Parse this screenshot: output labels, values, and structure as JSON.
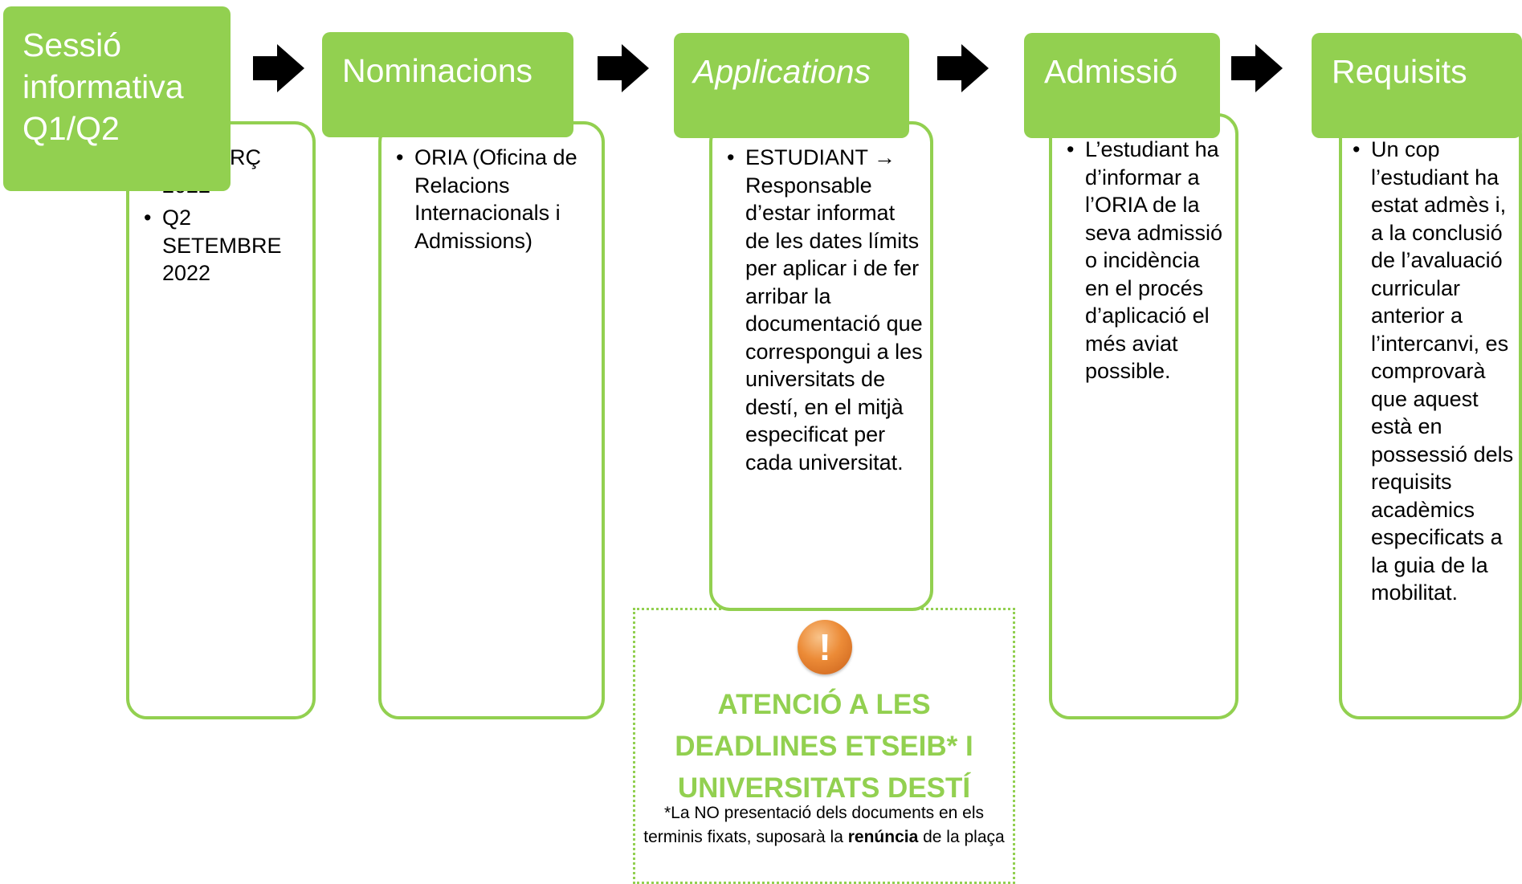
{
  "colors": {
    "accent": "#92d050",
    "icon": "#ec8b37",
    "text": "#000000",
    "header_text": "#ffffff"
  },
  "steps": [
    {
      "title": "Sessió informativa Q1/Q2",
      "bullets": [
        "Q1 MARÇ 2022",
        "Q2 SETEMBRE 2022"
      ]
    },
    {
      "title": "Nominacions",
      "bullets": [
        "ORIA (Oficina de Relacions Internacionals i Admissions)"
      ]
    },
    {
      "title": "Applications",
      "bullets": [
        "ESTUDIANT → Responsable d’estar informat de les dates límits per aplicar i de fer arribar la documentació que correspongui a les universitats de destí, en el mitjà especificat per cada universitat."
      ]
    },
    {
      "title": "Admissió",
      "bullets": [
        "L’estudiant ha d’informar a l’ORIA de la seva admissió o incidència en el procés d’aplicació el més aviat possible."
      ]
    },
    {
      "title": "Requisits",
      "bullets": [
        "Un cop l’estudiant ha estat admès i, a la conclusió de l’avaluació curricular anterior a l’intercanvi, es comprovarà que aquest està en possessió dels requisits acadèmics especificats a la guia de la mobilitat."
      ]
    }
  ],
  "callout": {
    "icon": "exclamation-icon",
    "icon_symbol": "!",
    "title": "ATENCIÓ A LES DEADLINES ETSEIB* I UNIVERSITATS DESTÍ",
    "note_prefix": "*La NO presentació dels documents en els terminis fixats, suposarà la ",
    "note_bold": "renúncia",
    "note_suffix": " de la plaça"
  }
}
